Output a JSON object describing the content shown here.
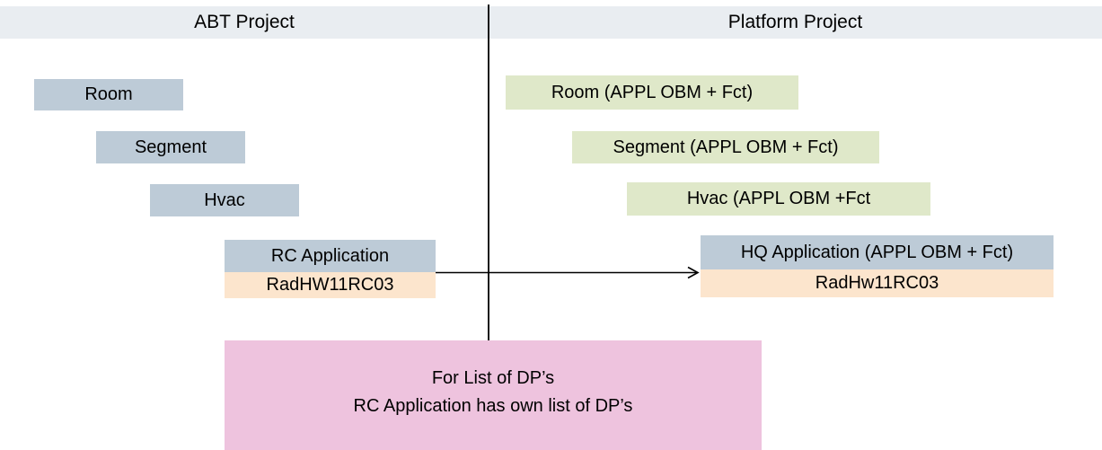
{
  "colors": {
    "header_bg": "#e9edf1",
    "blue_box": "#bdcbd7",
    "green_box": "#dfe8c9",
    "peach_box": "#fce5cd",
    "pink_box": "#eec3de",
    "line": "#000000"
  },
  "header": {
    "abt_title": "ABT Project",
    "platform_title": "Platform Project"
  },
  "abt_project": {
    "room": "Room",
    "segment": "Segment",
    "hvac": "Hvac",
    "rc_application": "RC Application",
    "rc_version": "RadHW11RC03"
  },
  "platform_project": {
    "room": "Room (APPL OBM + Fct)",
    "segment": "Segment (APPL OBM + Fct)",
    "hvac": "Hvac (APPL OBM +Fct",
    "hq_application": "HQ Application (APPL OBM + Fct)",
    "hq_version": "RadHw11RC03"
  },
  "note": {
    "line1": "For List of DP’s",
    "line2": "RC Application has own list of DP’s"
  }
}
